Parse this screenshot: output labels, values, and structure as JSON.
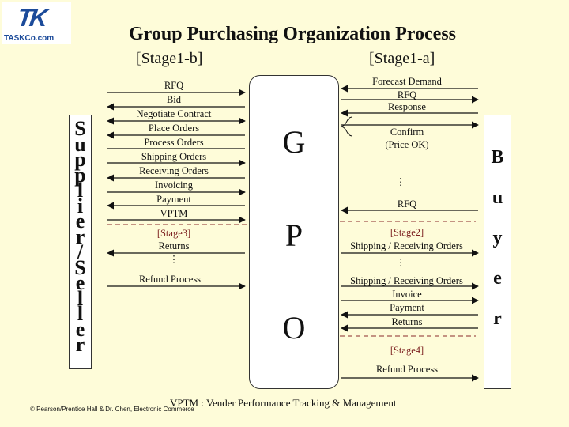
{
  "logo": {
    "mark": "TK",
    "text": "TASKCo.com"
  },
  "title": "Group Purchasing Organization Process",
  "stage1b_header": "[Stage1-b]",
  "stage1a_header": "[Stage1-a]",
  "supplier_label": "Supplier/Seller",
  "buyer_label": "Buyer",
  "gpo_letters": [
    "G",
    "P",
    "O"
  ],
  "left_items": [
    "RFQ",
    "Bid",
    "Negotiate Contract",
    "Place Orders",
    "Process Orders",
    "Shipping Orders",
    "Receiving Orders",
    "Invoicing",
    "Payment",
    "VPTM"
  ],
  "stage3": "[Stage3]",
  "stage3_items": [
    "Returns",
    "⋮",
    "Refund Process"
  ],
  "right_stage1a_items": [
    "Forecast Demand",
    "RFQ",
    "Response",
    "Confirm",
    "(Price OK)",
    "⋮",
    "RFQ"
  ],
  "stage2": "[Stage2]",
  "stage2_items": [
    "Shipping / Receiving Orders",
    "⋮",
    "Shipping / Receiving Orders",
    "Invoice",
    "Payment",
    "Returns"
  ],
  "stage4": "[Stage4]",
  "stage4_items": [
    "Refund Process"
  ],
  "footer_note": "VPTM : Vender Performance Tracking & Management",
  "copyright": "© Pearson/Prentice Hall & Dr. Chen, Electronic Commerce"
}
